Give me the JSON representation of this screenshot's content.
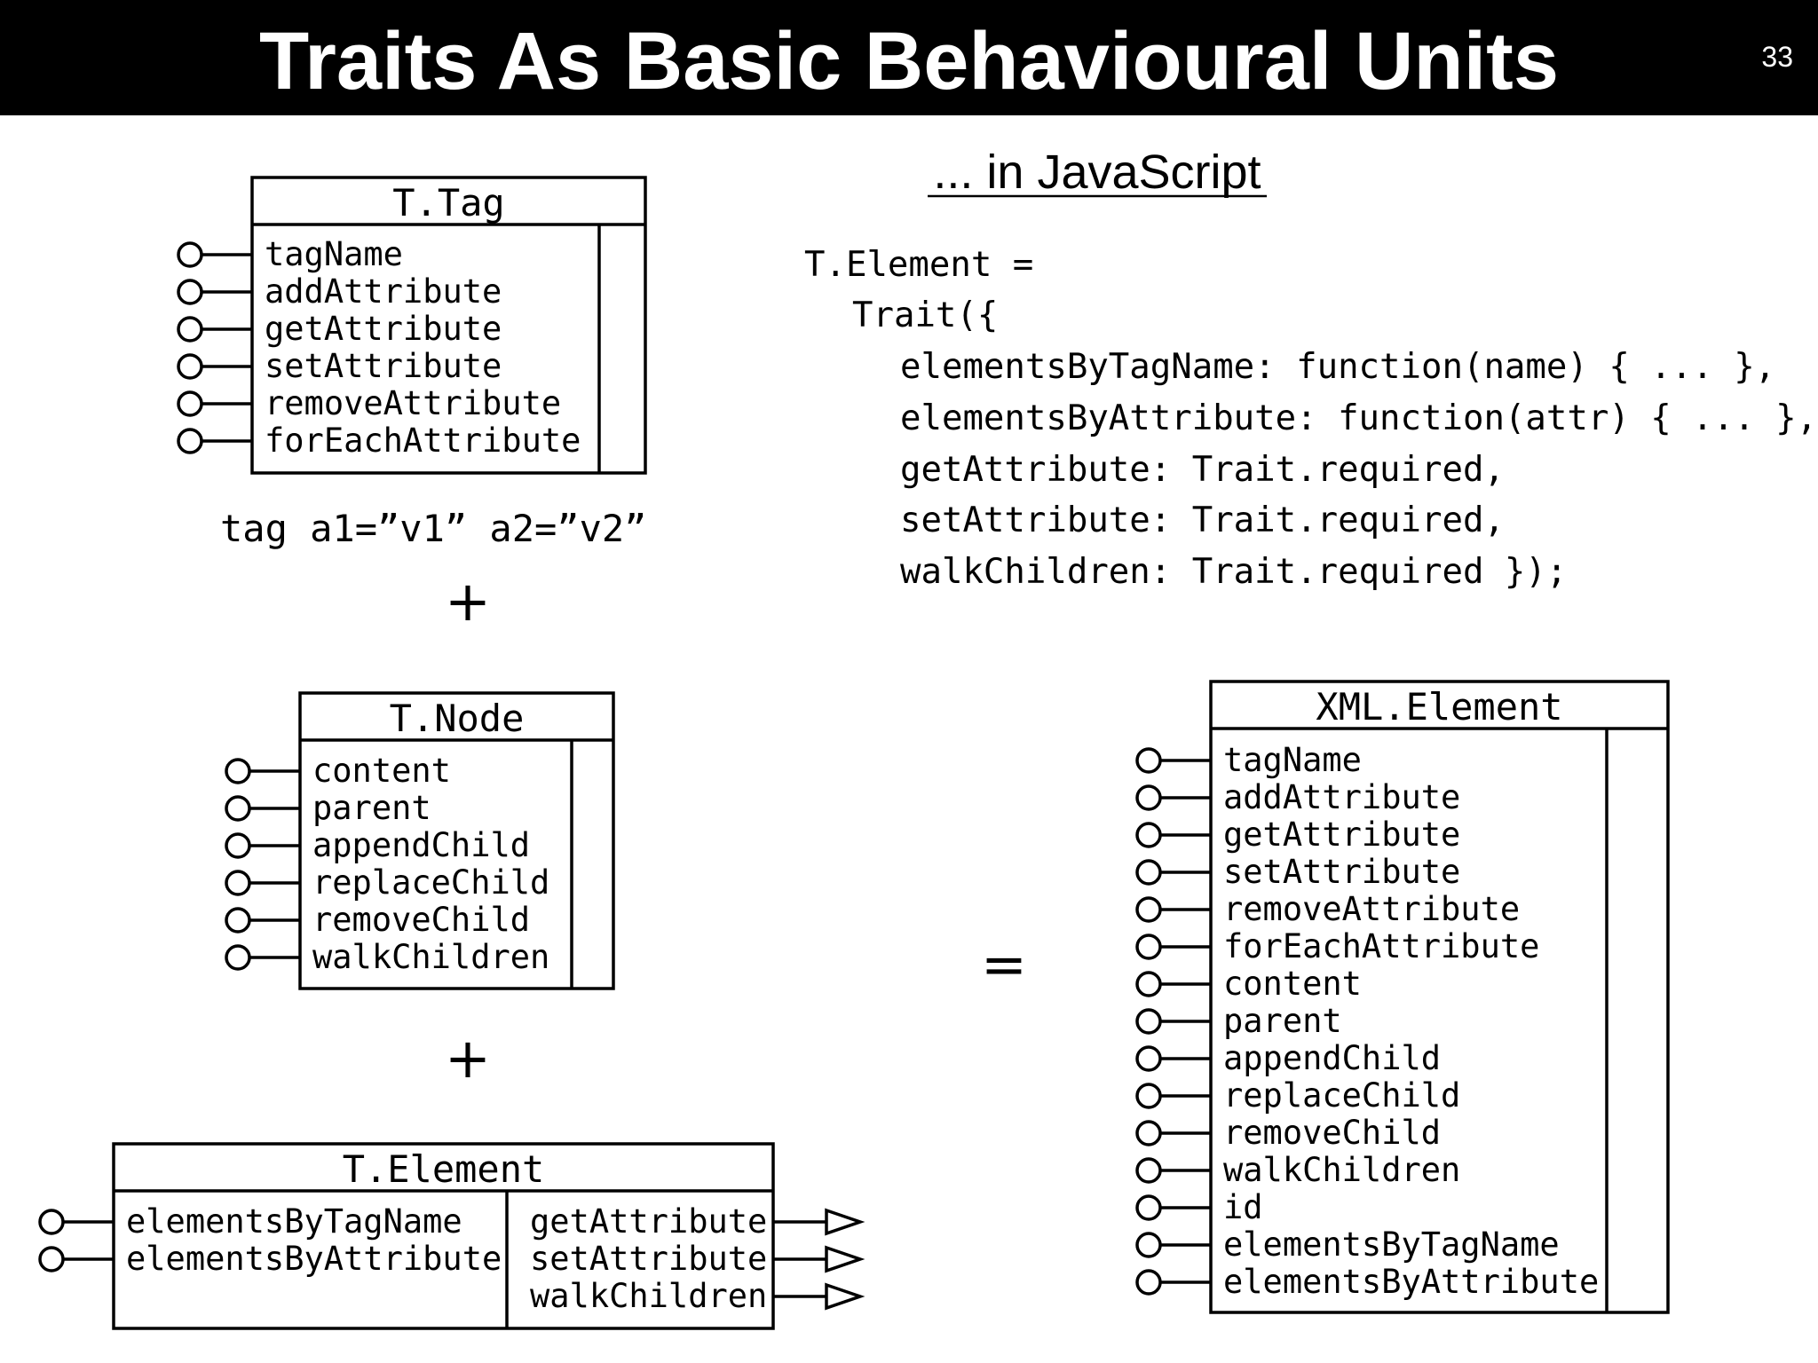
{
  "slide": {
    "title": "Traits As Basic Behavioural Units",
    "page_number": "33"
  },
  "js_section": {
    "heading": "... in JavaScript",
    "code_lines": [
      "T.Element =",
      "Trait({",
      "elementsByTagName: function(name) { ... },",
      "elementsByAttribute: function(attr) { ... },",
      "getAttribute: Trait.required,",
      "setAttribute: Trait.required,",
      "walkChildren: Trait.required });"
    ]
  },
  "tag_example": "tag a1=”v1” a2=”v2”",
  "operators": {
    "plus": "+",
    "equals": "="
  },
  "traits": {
    "tag": {
      "name": "T.Tag",
      "provided": [
        "tagName",
        "addAttribute",
        "getAttribute",
        "setAttribute",
        "removeAttribute",
        "forEachAttribute"
      ],
      "required": []
    },
    "node": {
      "name": "T.Node",
      "provided": [
        "content",
        "parent",
        "appendChild",
        "replaceChild",
        "removeChild",
        "walkChildren"
      ],
      "required": []
    },
    "element": {
      "name": "T.Element",
      "provided": [
        "elementsByTagName",
        "elementsByAttribute"
      ],
      "required": [
        "getAttribute",
        "setAttribute",
        "walkChildren"
      ]
    },
    "xml": {
      "name": "XML.Element",
      "provided": [
        "tagName",
        "addAttribute",
        "getAttribute",
        "setAttribute",
        "removeAttribute",
        "forEachAttribute",
        "content",
        "parent",
        "appendChild",
        "replaceChild",
        "removeChild",
        "walkChildren",
        "id",
        "elementsByTagName",
        "elementsByAttribute"
      ],
      "required": []
    }
  }
}
